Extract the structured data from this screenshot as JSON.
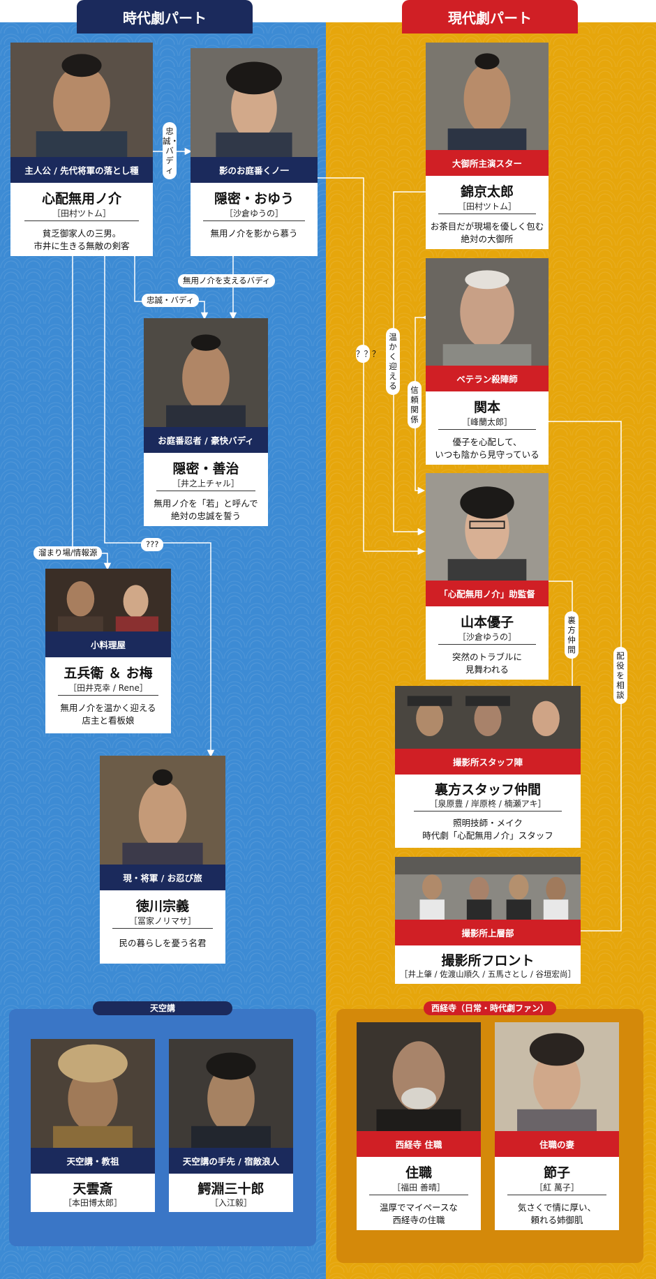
{
  "sections": {
    "left_title": "時代劇パート",
    "right_title": "現代劇パート"
  },
  "colors": {
    "navy": "#1b2a5c",
    "red": "#d01f25",
    "blue_bg": "#3d8bd4",
    "gold_bg": "#e6a60c"
  },
  "cards": {
    "shinpai": {
      "band": "主人公 / 先代将軍の落とし種",
      "name": "心配無用ノ介",
      "actor": "［田村ツトム］",
      "desc": [
        "貧乏御家人の三男。",
        "市井に生きる無敵の剣客"
      ]
    },
    "oyu": {
      "band": "影のお庭番くノ一",
      "name": "隠密・おゆう",
      "actor": "［沙倉ゆうの］",
      "desc": [
        "無用ノ介を影から慕う"
      ]
    },
    "zenji": {
      "band": "お庭番忍者 / 豪快バディ",
      "name": "隠密・善治",
      "actor": "［井之上チャル］",
      "desc": [
        "無用ノ介を「若」と呼んで",
        "絶対の忠誠を誓う"
      ]
    },
    "gohei": {
      "band": "小料理屋",
      "name": "五兵衛 ＆ お梅",
      "actor": "［田井克幸 / Rene］",
      "desc": [
        "無用ノ介を温かく迎える",
        "店主と看板娘"
      ]
    },
    "tokugawa": {
      "band": "現・将軍 / お忍び旅",
      "name": "徳川宗義",
      "actor": "［冨家ノリマサ］",
      "desc": [
        "民の暮らしを憂う名君"
      ]
    },
    "nishiki": {
      "band": "大御所主演スター",
      "name": "錦京太郎",
      "actor": "［田村ツトム］",
      "desc": [
        "お茶目だが現場を優しく包む",
        "絶対の大御所"
      ]
    },
    "sekimoto": {
      "band": "ベテラン殺陣師",
      "name": "関本",
      "actor": "［峰蘭太郎］",
      "desc": [
        "優子を心配して、",
        "いつも陰から見守っている"
      ]
    },
    "yamamoto": {
      "band": "「心配無用ノ介」助監督",
      "name": "山本優子",
      "actor": "［沙倉ゆうの］",
      "desc": [
        "突然のトラブルに",
        "見舞われる"
      ]
    },
    "urakata": {
      "band": "撮影所スタッフ陣",
      "name": "裏方スタッフ仲間",
      "actor": "［泉原豊 / 岸原柊 / 楠瀬アキ］",
      "desc": [
        "照明技師・メイク",
        "時代劇「心配無用ノ介」スタッフ"
      ]
    },
    "front": {
      "band": "撮影所上層部",
      "name": "撮影所フロント",
      "actor": "［井上肇 / 佐渡山順久 / 五馬さとし / 谷垣宏尚］",
      "desc": []
    },
    "tenunsai": {
      "band": "天空講・教祖",
      "name": "天雲斎",
      "actor": "［本田博太郎］",
      "desc": []
    },
    "wanibuchi": {
      "band": "天空講の手先 / 宿敵浪人",
      "name": "鰐淵三十郎",
      "actor": "［入江毅］",
      "desc": []
    },
    "jushoku": {
      "band": "西経寺 住職",
      "name": "住職",
      "actor": "［福田 善晴］",
      "desc": [
        "温厚でマイペースな",
        "西経寺の住職"
      ]
    },
    "setsuko": {
      "band": "住職の妻",
      "name": "節子",
      "actor": "［紅 萬子］",
      "desc": [
        "気さくで情に厚い、",
        "頼れる姉御肌"
      ]
    }
  },
  "relations": {
    "chusei_buddy_v": "忠誠・バディ",
    "muyo_sasaeru": "無用ノ介を支えるバディ",
    "chusei_buddy_h": "忠誠・バディ",
    "tamariba": "溜まり場/情報源",
    "question_left": "???",
    "question_right": "？？？",
    "atatakaku": "温かく迎える",
    "shinrai": "信頼関係",
    "urakata_nakama": "裏方仲間",
    "haiyaku": "配役を相談"
  },
  "groups": {
    "tenkuko": "天空講",
    "saikyoji": "西経寺（日常・時代劇ファン）"
  }
}
